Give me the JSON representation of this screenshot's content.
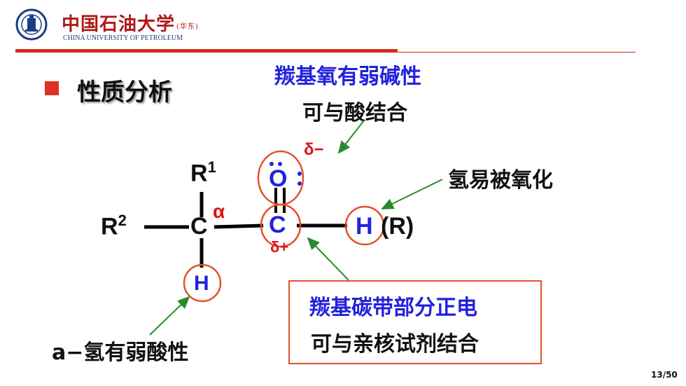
{
  "header": {
    "university_cn": "中国石油大学",
    "campus_tag": "(华东)",
    "university_en": "CHINA UNIVERSITY OF PETROLEUM",
    "logo_icon": "university-seal-icon"
  },
  "slide": {
    "heading": "性质分析",
    "page_number": "13/50"
  },
  "molecule": {
    "r1": "R",
    "r1_sup": "1",
    "r2": "R",
    "r2_sup": "2",
    "alpha_carbon": "C",
    "alpha_symbol": "α",
    "alpha_hydrogen": "H",
    "carbonyl_carbon": "C",
    "oxygen": "O",
    "delta_minus": "δ−",
    "delta_plus": "δ+",
    "aldehyde_h": "H",
    "r_group": "(R)"
  },
  "annotations": {
    "oxygen_line1": "羰基氧有弱碱性",
    "oxygen_line2": "可与酸结合",
    "hydrogen_oxidation": "氢易被氧化",
    "carbon_line1": "羰基碳带部分正电",
    "carbon_line2": "可与亲核试剂结合",
    "alpha_h_acidity": "a−氢有弱酸性"
  },
  "colors": {
    "brand_red": "#d42a20",
    "atom_blue": "#2222dd",
    "highlight_circle": "#e3512c",
    "arrow_green": "#2b8a2b",
    "alpha_red": "#e01010"
  }
}
